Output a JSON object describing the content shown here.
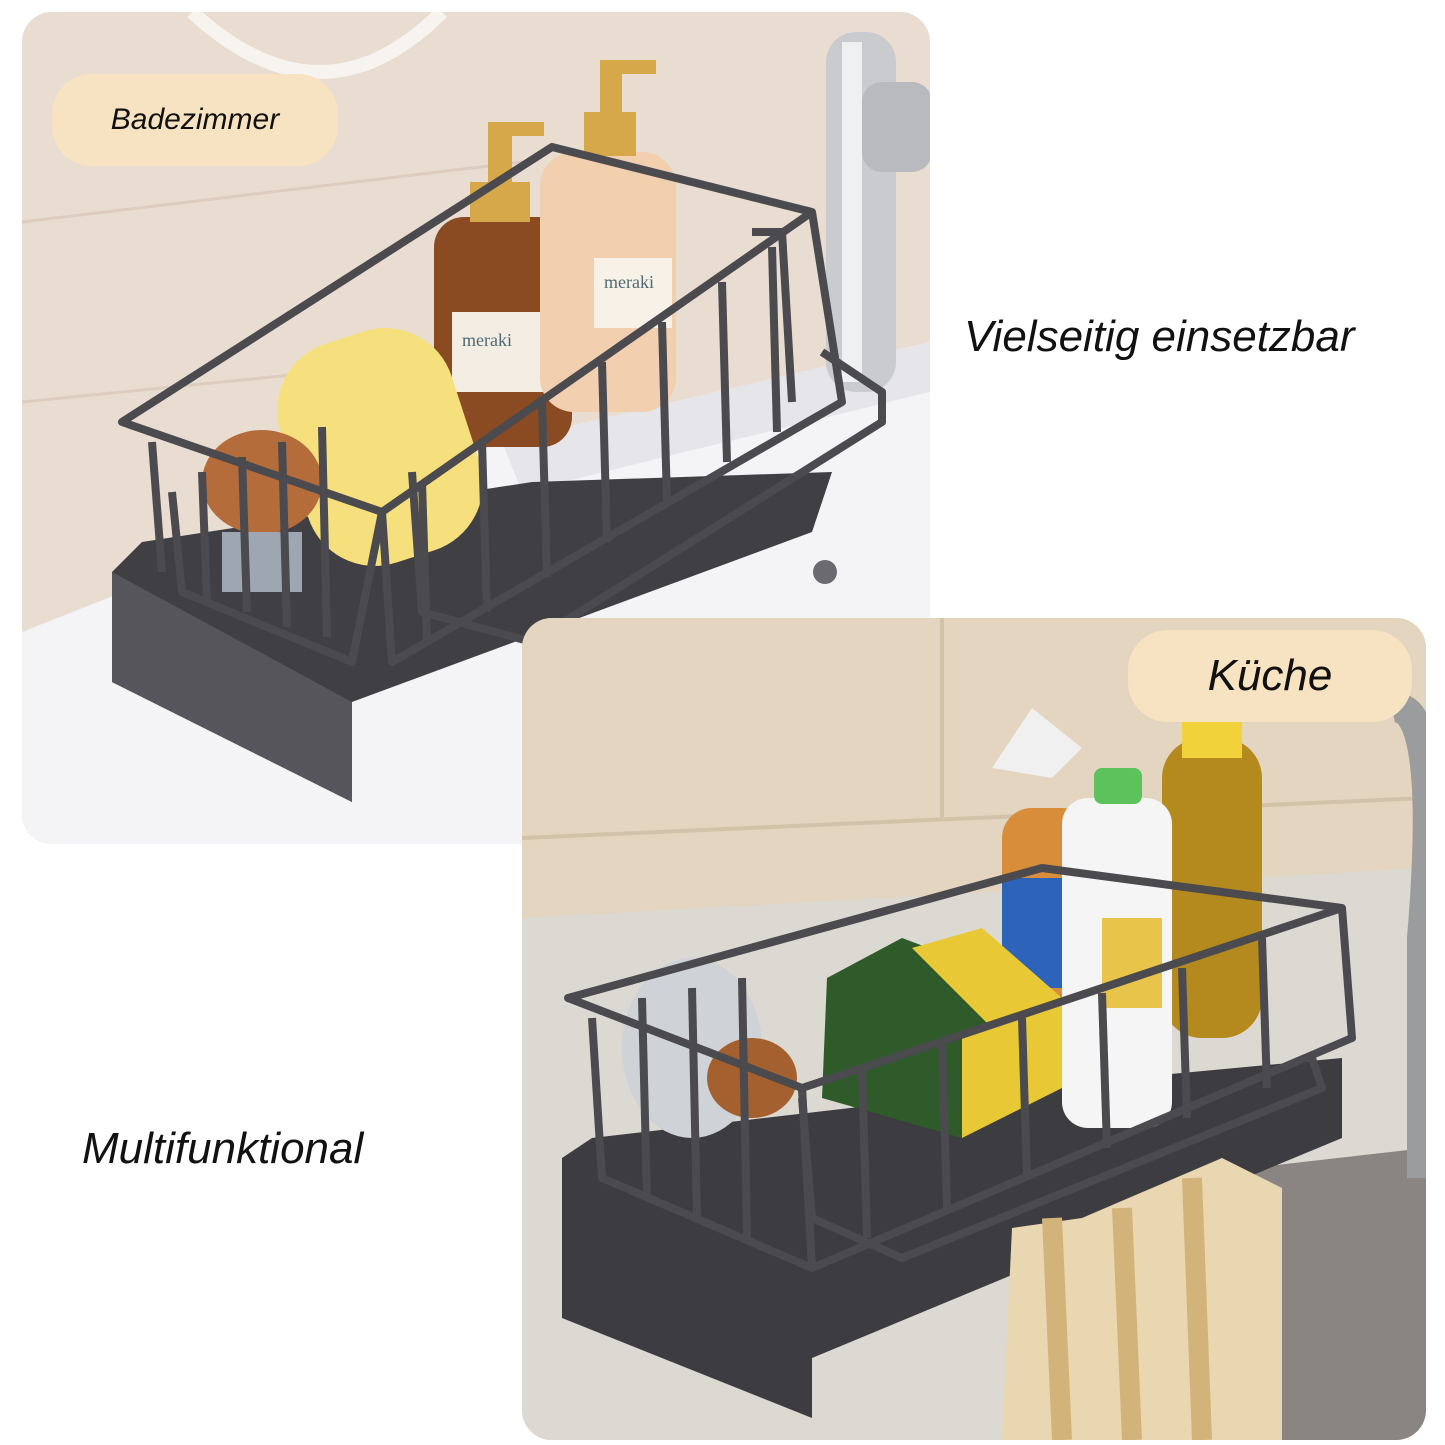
{
  "panels": {
    "bathroom": {
      "label": "Badezimmer"
    },
    "kitchen": {
      "label": "Küche"
    }
  },
  "captions": {
    "top": "Vielseitig einsetzbar",
    "bottom": "Multifunktional"
  },
  "bottle_labels": {
    "brand": "meraki"
  },
  "colors": {
    "label_pill": "#f7e3c2",
    "rack_metal": "#4a4a4f",
    "bath_wall": "#e9ddd2",
    "kitchen_wall": "#e3d5bf"
  }
}
